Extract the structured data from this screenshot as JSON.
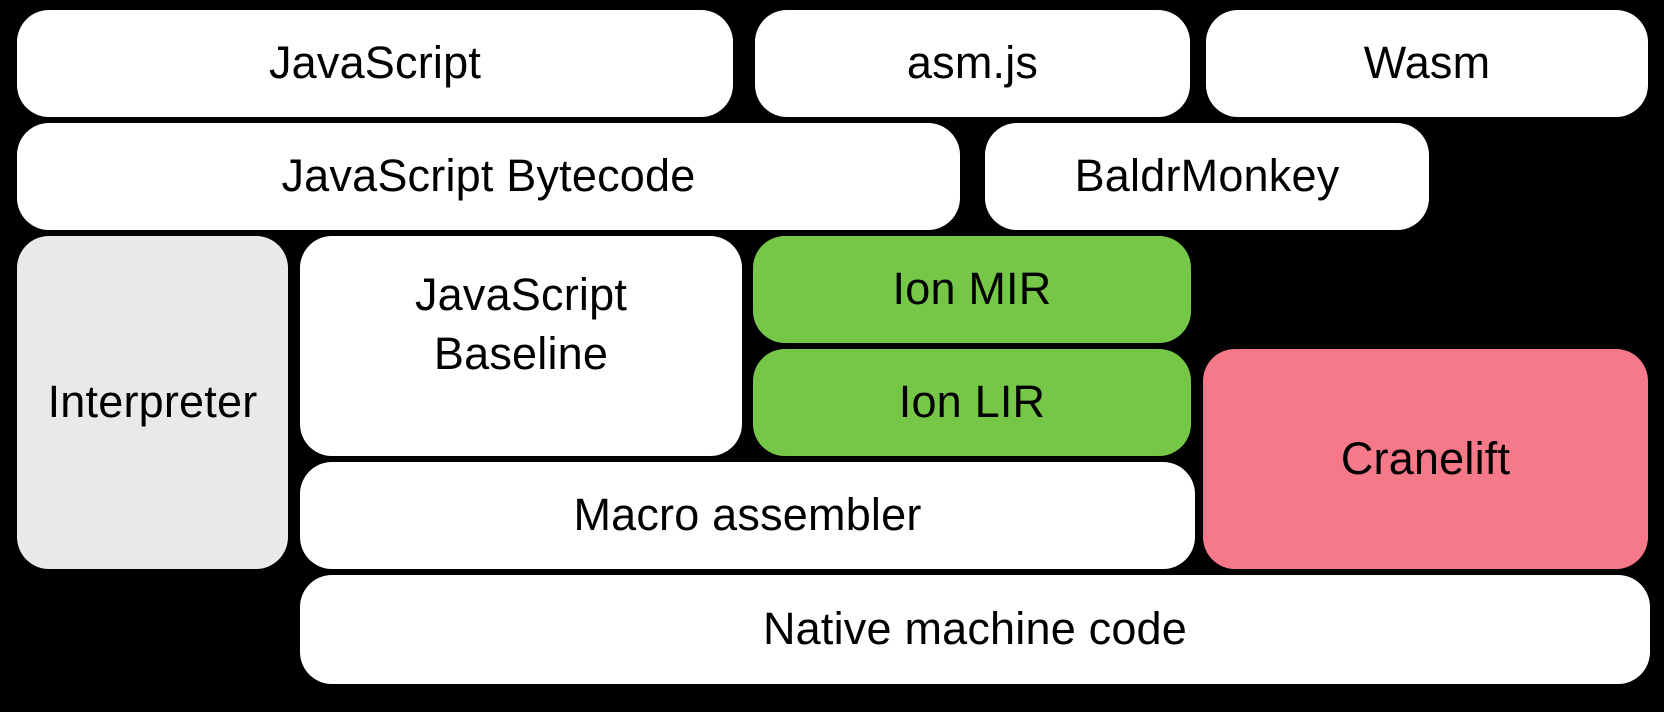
{
  "diagram": {
    "title": "Compiler pipeline diagram",
    "background": "#000000",
    "colors": {
      "background": "#000000",
      "box_default": "#ffffff",
      "text": "#000000",
      "interpreter_gray": "#e9e9e9",
      "ion_green": "#76c748",
      "cranelift_pink": "#f6798a"
    },
    "nodes": {
      "javascript": {
        "label": "JavaScript",
        "fill": "#ffffff"
      },
      "asmjs": {
        "label": "asm.js",
        "fill": "#ffffff"
      },
      "wasm": {
        "label": "Wasm",
        "fill": "#ffffff"
      },
      "bytecode": {
        "label": "JavaScript Bytecode",
        "fill": "#ffffff"
      },
      "baldrmonkey": {
        "label": "BaldrMonkey",
        "fill": "#ffffff"
      },
      "interpreter": {
        "label": "Interpreter",
        "fill": "#e9e9e9"
      },
      "baseline": {
        "label": "JavaScript Baseline",
        "line1": "JavaScript",
        "line2": "Baseline",
        "fill": "#ffffff"
      },
      "ion_mir": {
        "label": "Ion MIR",
        "fill": "#76c748"
      },
      "ion_lir": {
        "label": "Ion LIR",
        "fill": "#76c748"
      },
      "cranelift": {
        "label": "Cranelift",
        "fill": "#f6798a"
      },
      "macro_assembler": {
        "label": "Macro assembler",
        "fill": "#ffffff"
      },
      "native": {
        "label": "Native machine code",
        "fill": "#ffffff"
      }
    }
  }
}
